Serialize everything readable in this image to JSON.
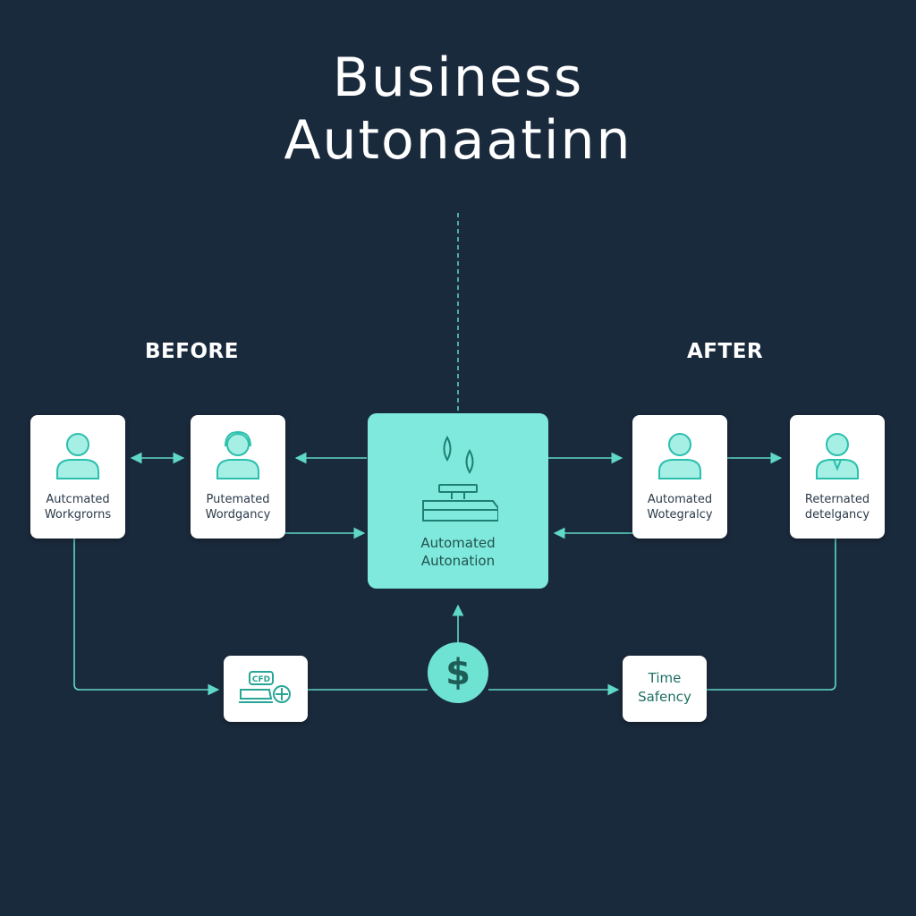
{
  "title": {
    "line1": "Business",
    "line2": "Autonaatinn"
  },
  "sections": {
    "before": "BEFORE",
    "after": "AFTER"
  },
  "nodes": {
    "before_1": {
      "line1": "Autcmated",
      "line2": "Workgrorns"
    },
    "before_2": {
      "line1": "Putemated",
      "line2": "Wordgancy"
    },
    "center": {
      "line1": "Automated",
      "line2": "Autonation"
    },
    "after_1": {
      "line1": "Automated",
      "line2": "Wotegralcy"
    },
    "after_2": {
      "line1": "Reternated",
      "line2": "detelgancy"
    },
    "cost": {
      "badge": "CFD"
    },
    "money": {
      "symbol": "$"
    },
    "time": {
      "line1": "Time",
      "line2": "Safency"
    }
  },
  "colors": {
    "background": "#1a2a3d",
    "accent": "#7ee9dc",
    "connector": "#5fd8c8",
    "card": "#ffffff",
    "text_dark": "#2a3a4a"
  }
}
